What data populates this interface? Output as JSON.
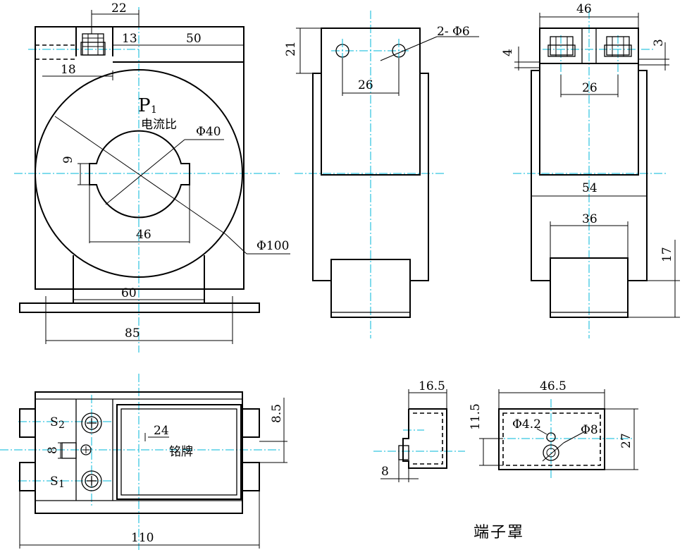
{
  "front_view": {
    "dims": {
      "top_pitch": "22",
      "terminal_offset": "13",
      "top_width": "50",
      "side_offset": "18",
      "slot_height": "9",
      "window_dia": "Φ40",
      "slot_width": "46",
      "outer_dia": "Φ100",
      "base_width": "60",
      "mounting_pitch": "85"
    },
    "marking_p": "P",
    "marking_p_sub": "1",
    "ratio_label": "电流比"
  },
  "side_view": {
    "dims": {
      "height": "21",
      "holes": "2- Φ6",
      "hole_pitch": "26"
    }
  },
  "rear_view": {
    "dims": {
      "width": "46",
      "left_gap": "4",
      "right_gap": "3",
      "terminal_pitch": "26",
      "body_width": "54",
      "cover_width": "36",
      "cover_height": "17"
    }
  },
  "top_view": {
    "dims": {
      "length": "110",
      "terminal_offset": "24",
      "slot_width": "8",
      "tab_height": "8.5"
    },
    "s2_label": "S",
    "s2_sub": "2",
    "s1_label": "S",
    "s1_sub": "1",
    "nameplate_label": "铭牌"
  },
  "terminal_cover": {
    "title": "端子罩",
    "dims": {
      "depth": "16.5",
      "width": "46.5",
      "height_inner": "11.5",
      "height": "27",
      "hole_small": "Φ4.2",
      "hole_large": "Φ8",
      "notch": "8"
    }
  }
}
